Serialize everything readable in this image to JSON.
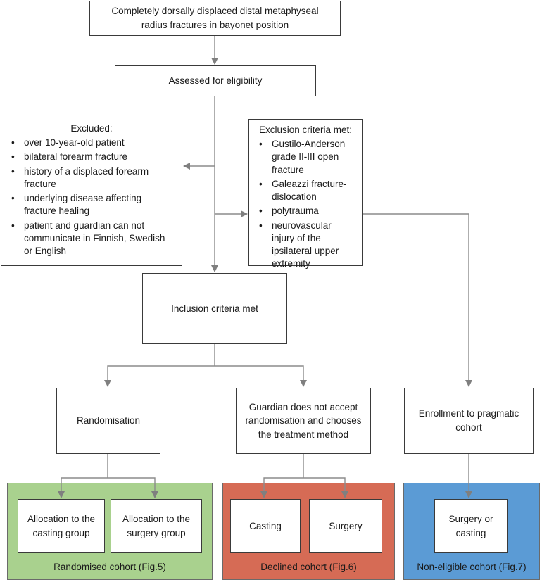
{
  "colors": {
    "line": "#8c8c8c",
    "box_border": "#3a3a3a",
    "randomised_fill": "#a9d18e",
    "declined_fill": "#d66b55",
    "non_eligible_fill": "#5b9bd5"
  },
  "top_box": {
    "line1": "Completely dorsally displaced distal metaphyseal",
    "line2": "radius fractures in bayonet position"
  },
  "eligibility": {
    "label": "Assessed for eligibility"
  },
  "excluded": {
    "title": "Excluded:",
    "items": [
      "over 10-year-old patient",
      "bilateral forearm fracture",
      "history of a displaced forearm fracture",
      "underlying disease affecting fracture healing",
      "patient and guardian can not communicate in Finnish, Swedish or English"
    ]
  },
  "exclusion_criteria": {
    "title": "Exclusion criteria met:",
    "items": [
      "Gustilo-Anderson grade II-III open fracture",
      "Galeazzi fracture-dislocation",
      "polytrauma",
      "neurovascular injury of the ipsilateral upper extremity"
    ]
  },
  "inclusion": {
    "label": "Inclusion criteria met"
  },
  "randomisation": {
    "label": "Randomisation"
  },
  "guardian": {
    "label": "Guardian does not accept randomisation and chooses the treatment method"
  },
  "pragmatic": {
    "label": "Enrollment to pragmatic cohort"
  },
  "randomised_cohort": {
    "label": "Randomised cohort (Fig.5)",
    "casting": "Allocation to the casting group",
    "surgery": "Allocation to the surgery group"
  },
  "declined_cohort": {
    "label": "Declined cohort (Fig.6)",
    "casting": "Casting",
    "surgery": "Surgery"
  },
  "non_eligible_cohort": {
    "label": "Non-eligible cohort (Fig.7)",
    "treatment": "Surgery or casting"
  }
}
